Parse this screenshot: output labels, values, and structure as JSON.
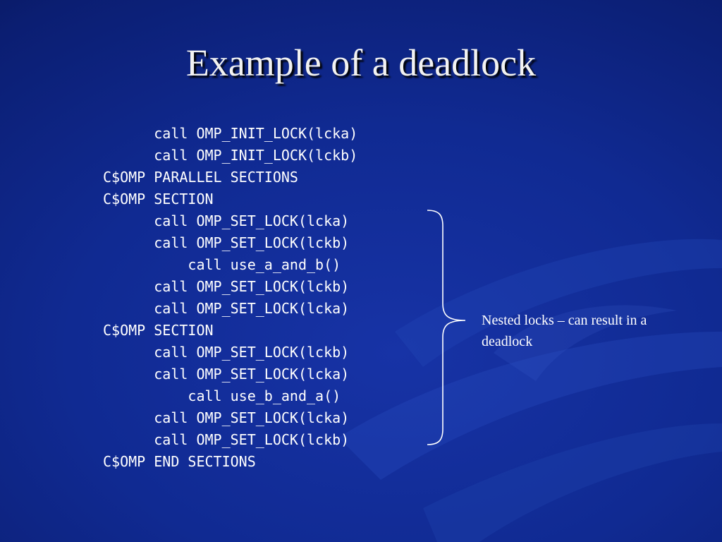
{
  "slide": {
    "title": "Example of a deadlock",
    "code_lines": [
      "      call OMP_INIT_LOCK(lcka)",
      "      call OMP_INIT_LOCK(lckb)",
      "C$OMP PARALLEL SECTIONS",
      "C$OMP SECTION",
      "      call OMP_SET_LOCK(lcka)",
      "      call OMP_SET_LOCK(lckb)",
      "          call use_a_and_b()",
      "      call OMP_SET_LOCK(lckb)",
      "      call OMP_SET_LOCK(lcka)",
      "C$OMP SECTION",
      "      call OMP_SET_LOCK(lckb)",
      "      call OMP_SET_LOCK(lcka)",
      "          call use_b_and_a()",
      "      call OMP_SET_LOCK(lcka)",
      "      call OMP_SET_LOCK(lckb)",
      "C$OMP END SECTIONS"
    ],
    "note": "Nested locks –  can result in a deadlock",
    "colors": {
      "background": "#102a92",
      "text": "#ffffff",
      "title_shadow": "#000000"
    }
  }
}
